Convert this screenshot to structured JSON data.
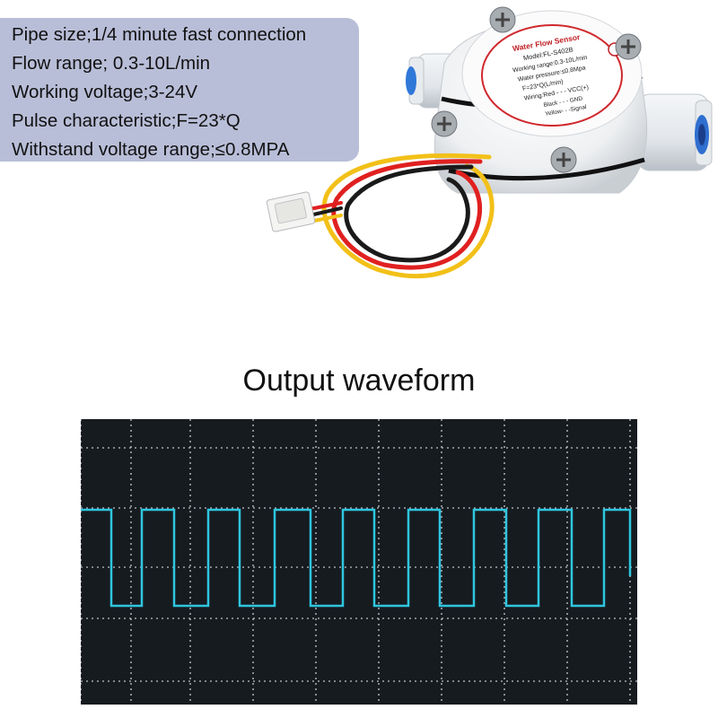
{
  "specs": [
    {
      "label": "Pipe size",
      "sep": ";",
      "value": "1/4 minute fast connection"
    },
    {
      "label": "Flow range",
      "sep": "; ",
      "value": "0.3-10L/min"
    },
    {
      "label": "Working voltage",
      "sep": ";",
      "value": "3-24V"
    },
    {
      "label": "Pulse characteristic",
      "sep": ";",
      "value": "F=23*Q"
    },
    {
      "label": "Withstand voltage range",
      "sep": ";",
      "value": "≤0.8MPA"
    }
  ],
  "sensor_label": {
    "title": "Water Flow Sensor",
    "model": "Model:FL-S402B",
    "range": "Working range:0.3-10L/min",
    "pressure": "Water pressure:≤0.8Mpa",
    "formula": "F=23*Q(L/min)",
    "wiring": "Wiring:Red - - - VCC(+)",
    "black": "Black - - - GND",
    "yellow": "Yellow- - -Signal"
  },
  "waveform_title": "Output waveform",
  "colors": {
    "spec_bg": "#b9bed8",
    "scope_bg": "#161b20",
    "trace": "#2ec6e0",
    "grid": "#c8ccd0",
    "wire_red": "#e02020",
    "wire_yellow": "#f2c018",
    "wire_black": "#1a1a1a"
  }
}
